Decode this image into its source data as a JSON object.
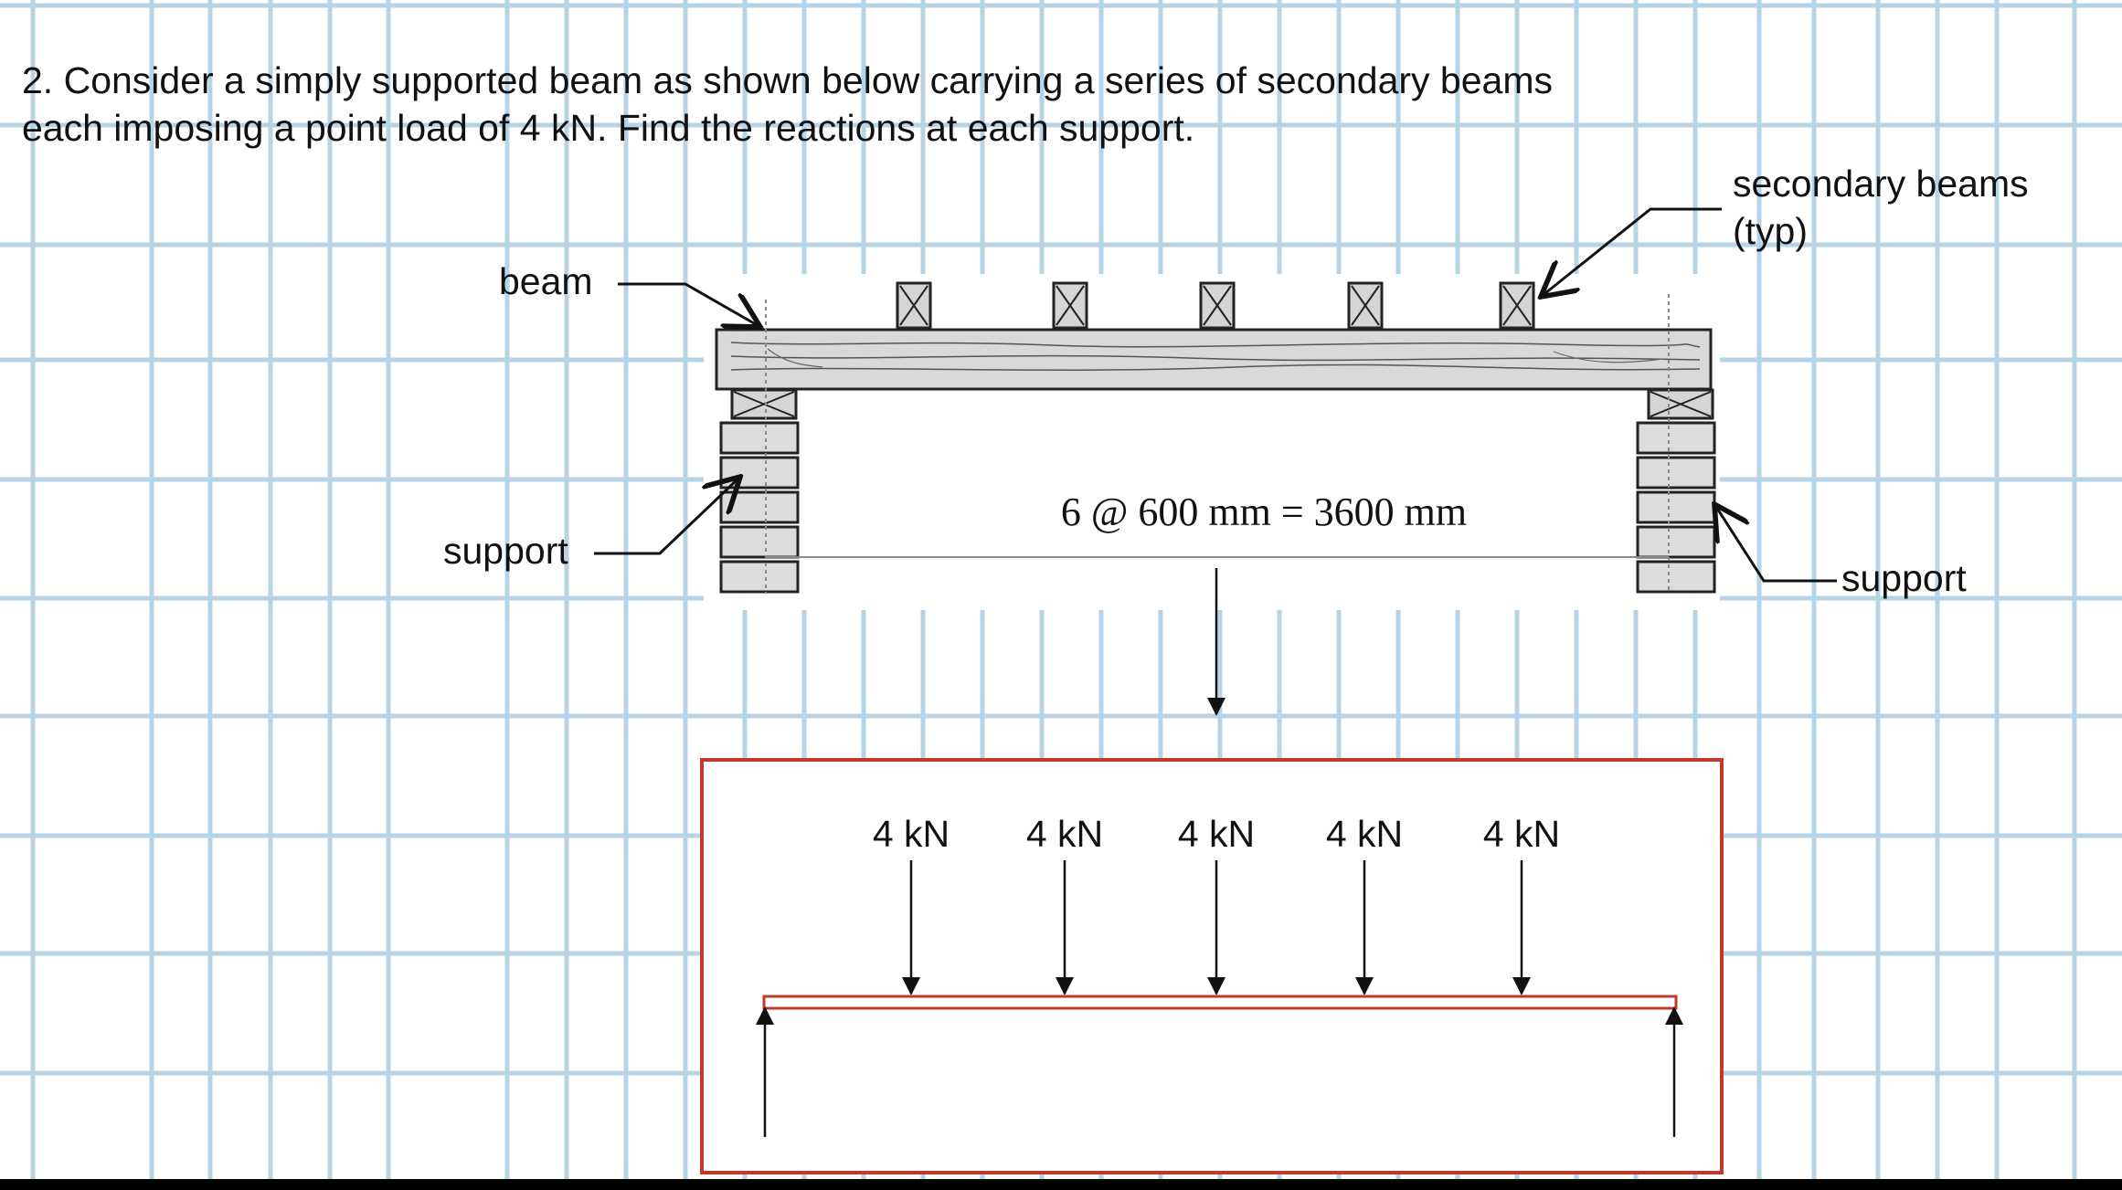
{
  "problem": {
    "line1": "2. Consider a simply supported beam as shown below  carrying a series of secondary beams",
    "line2": "each imposing a point load of 4 kN. Find the reactions at each support."
  },
  "labels": {
    "beam": "beam",
    "support_left": "support",
    "support_right": "support",
    "secondary_line1": "secondary beams",
    "secondary_line2": "(typ)",
    "dimension": "6 @ 600 mm = 3600 mm"
  },
  "loads": [
    {
      "label": "4 kN"
    },
    {
      "label": "4 kN"
    },
    {
      "label": "4 kN"
    },
    {
      "label": "4 kN"
    },
    {
      "label": "4 kN"
    }
  ],
  "colors": {
    "grid": "#b7d3e6",
    "fbd_frame": "#c0392b",
    "beam_fill": "#d9d9d9",
    "block_fill": "#dcdcdc",
    "ink": "#111111",
    "bottom_bar": "#000000"
  }
}
